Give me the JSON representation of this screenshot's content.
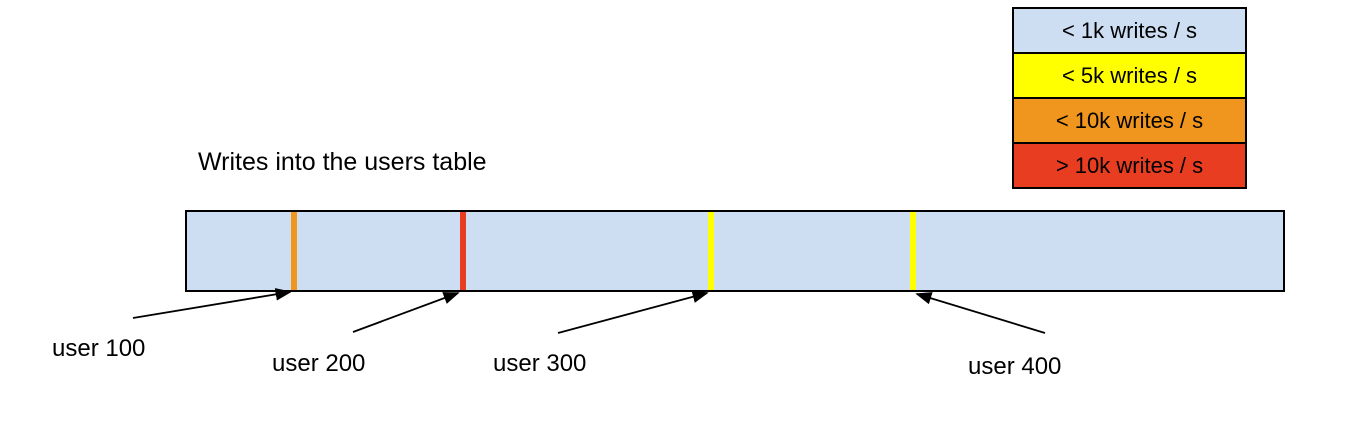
{
  "title": "Writes into the users table",
  "legend": {
    "items": [
      {
        "label": "< 1k writes / s",
        "color": "#cdddf2"
      },
      {
        "label": "< 5k writes / s",
        "color": "#ffff00"
      },
      {
        "label": "< 10k writes / s",
        "color": "#f0951d"
      },
      {
        "label": "> 10k writes / s",
        "color": "#e93d22"
      }
    ]
  },
  "bar": {
    "fill_color": "#cdddf2",
    "border_color": "#000000",
    "markers": [
      {
        "label": "user 100",
        "color": "#f0951d",
        "rate_category": "< 10k writes / s"
      },
      {
        "label": "user 200",
        "color": "#e93d22",
        "rate_category": "> 10k writes / s"
      },
      {
        "label": "user 300",
        "color": "#ffff00",
        "rate_category": "< 5k writes / s"
      },
      {
        "label": "user 400",
        "color": "#ffff00",
        "rate_category": "< 5k writes / s"
      }
    ]
  }
}
